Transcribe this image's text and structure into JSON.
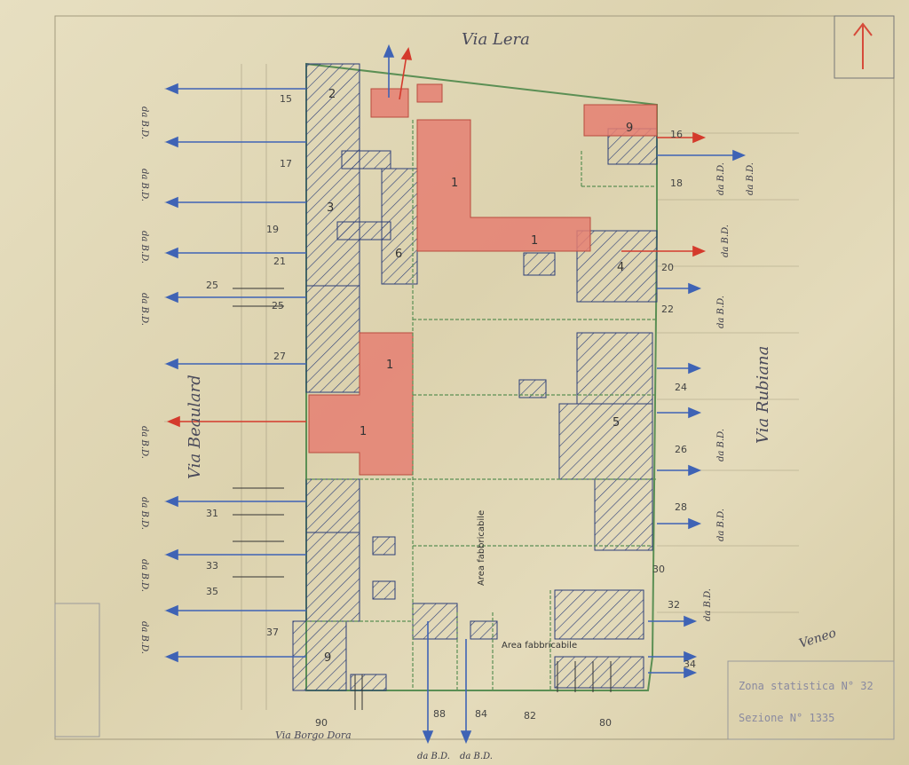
{
  "streets": {
    "north": "Via Lera",
    "west": "Via Beaulard",
    "east": "Via Rubiana",
    "south": "Via Borgo Dora"
  },
  "area_label": "Area fabbricabile",
  "bd_label": "da B.D.",
  "house_numbers_west": [
    "15",
    "17",
    "19",
    "21",
    "25",
    "25",
    "27",
    "31",
    "33",
    "35",
    "37"
  ],
  "house_numbers_east": [
    "16",
    "18",
    "20",
    "22",
    "24",
    "26",
    "28",
    "30",
    "32",
    "34"
  ],
  "house_numbers_south": [
    "90",
    "88",
    "84",
    "82",
    "80"
  ],
  "parcel_numbers": [
    "1",
    "2",
    "3",
    "4",
    "5",
    "6",
    "9"
  ],
  "signature": "Veneo",
  "stamp": {
    "zone": "Zona statistica N° 32",
    "section": "Sezione N° 1335"
  },
  "colors": {
    "paper": "#e2d9b8",
    "red_fill": "#e57f72",
    "hatch": "#2c3e78",
    "green_line": "#5b8f54",
    "blue_arrow": "#3f63b5",
    "red_arrow": "#d43a2c"
  },
  "icons": [
    "north-arrow-icon"
  ]
}
